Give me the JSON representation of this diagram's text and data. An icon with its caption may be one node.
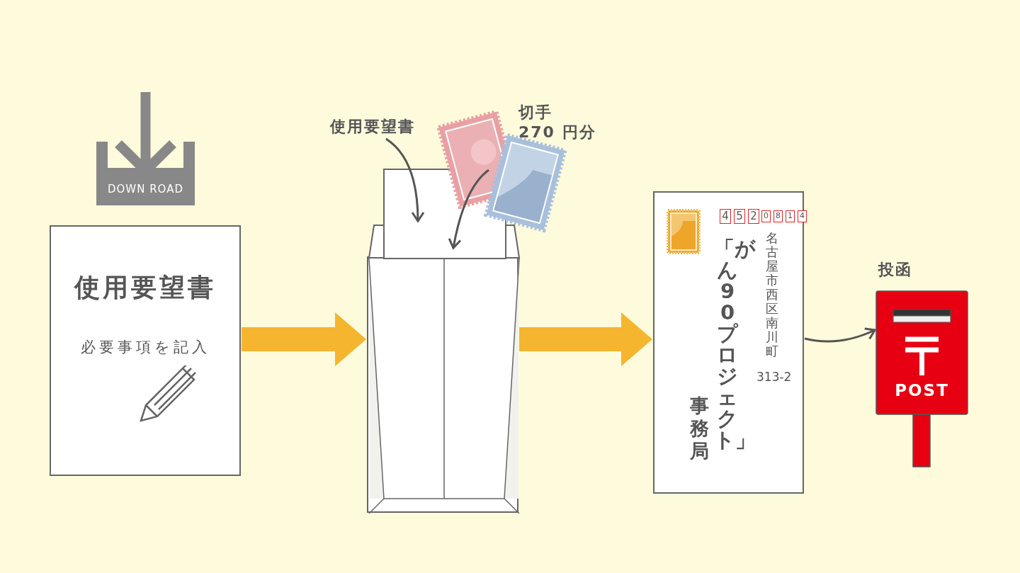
{
  "diagram": {
    "nodes": [
      {
        "text": [
          "DOWN ROAD"
        ]
      },
      {
        "text": [
          "使用要望書",
          "必要事項を記入"
        ]
      },
      {
        "text": [],
        "shape": "box"
      },
      {
        "text": [
          "使用要望書"
        ]
      },
      {
        "text": [],
        "shape": "picture",
        "beside": [
          "切手",
          "270 円分"
        ]
      },
      {
        "text": [
          "4 5 2",
          "0 8 1 4",
          "名古屋市西区南川町",
          "313-2",
          "「がん90プロジェクト」",
          "事務局"
        ]
      },
      {
        "text": [
          "POST"
        ],
        "beside": [
          "投函"
        ]
      }
    ],
    "edges": [
      {
        "from": 1,
        "to": 2,
        "arrow": "to",
        "style": "thick",
        "color": "#f5b52e"
      },
      {
        "from": 3,
        "to": 2,
        "arrow": "to"
      },
      {
        "from": 4,
        "to": 2,
        "arrow": "to"
      },
      {
        "from": 2,
        "to": 5,
        "arrow": "to",
        "style": "thick",
        "color": "#f5b52e"
      },
      {
        "from": 5,
        "to": 6,
        "arrow": "to"
      }
    ]
  }
}
